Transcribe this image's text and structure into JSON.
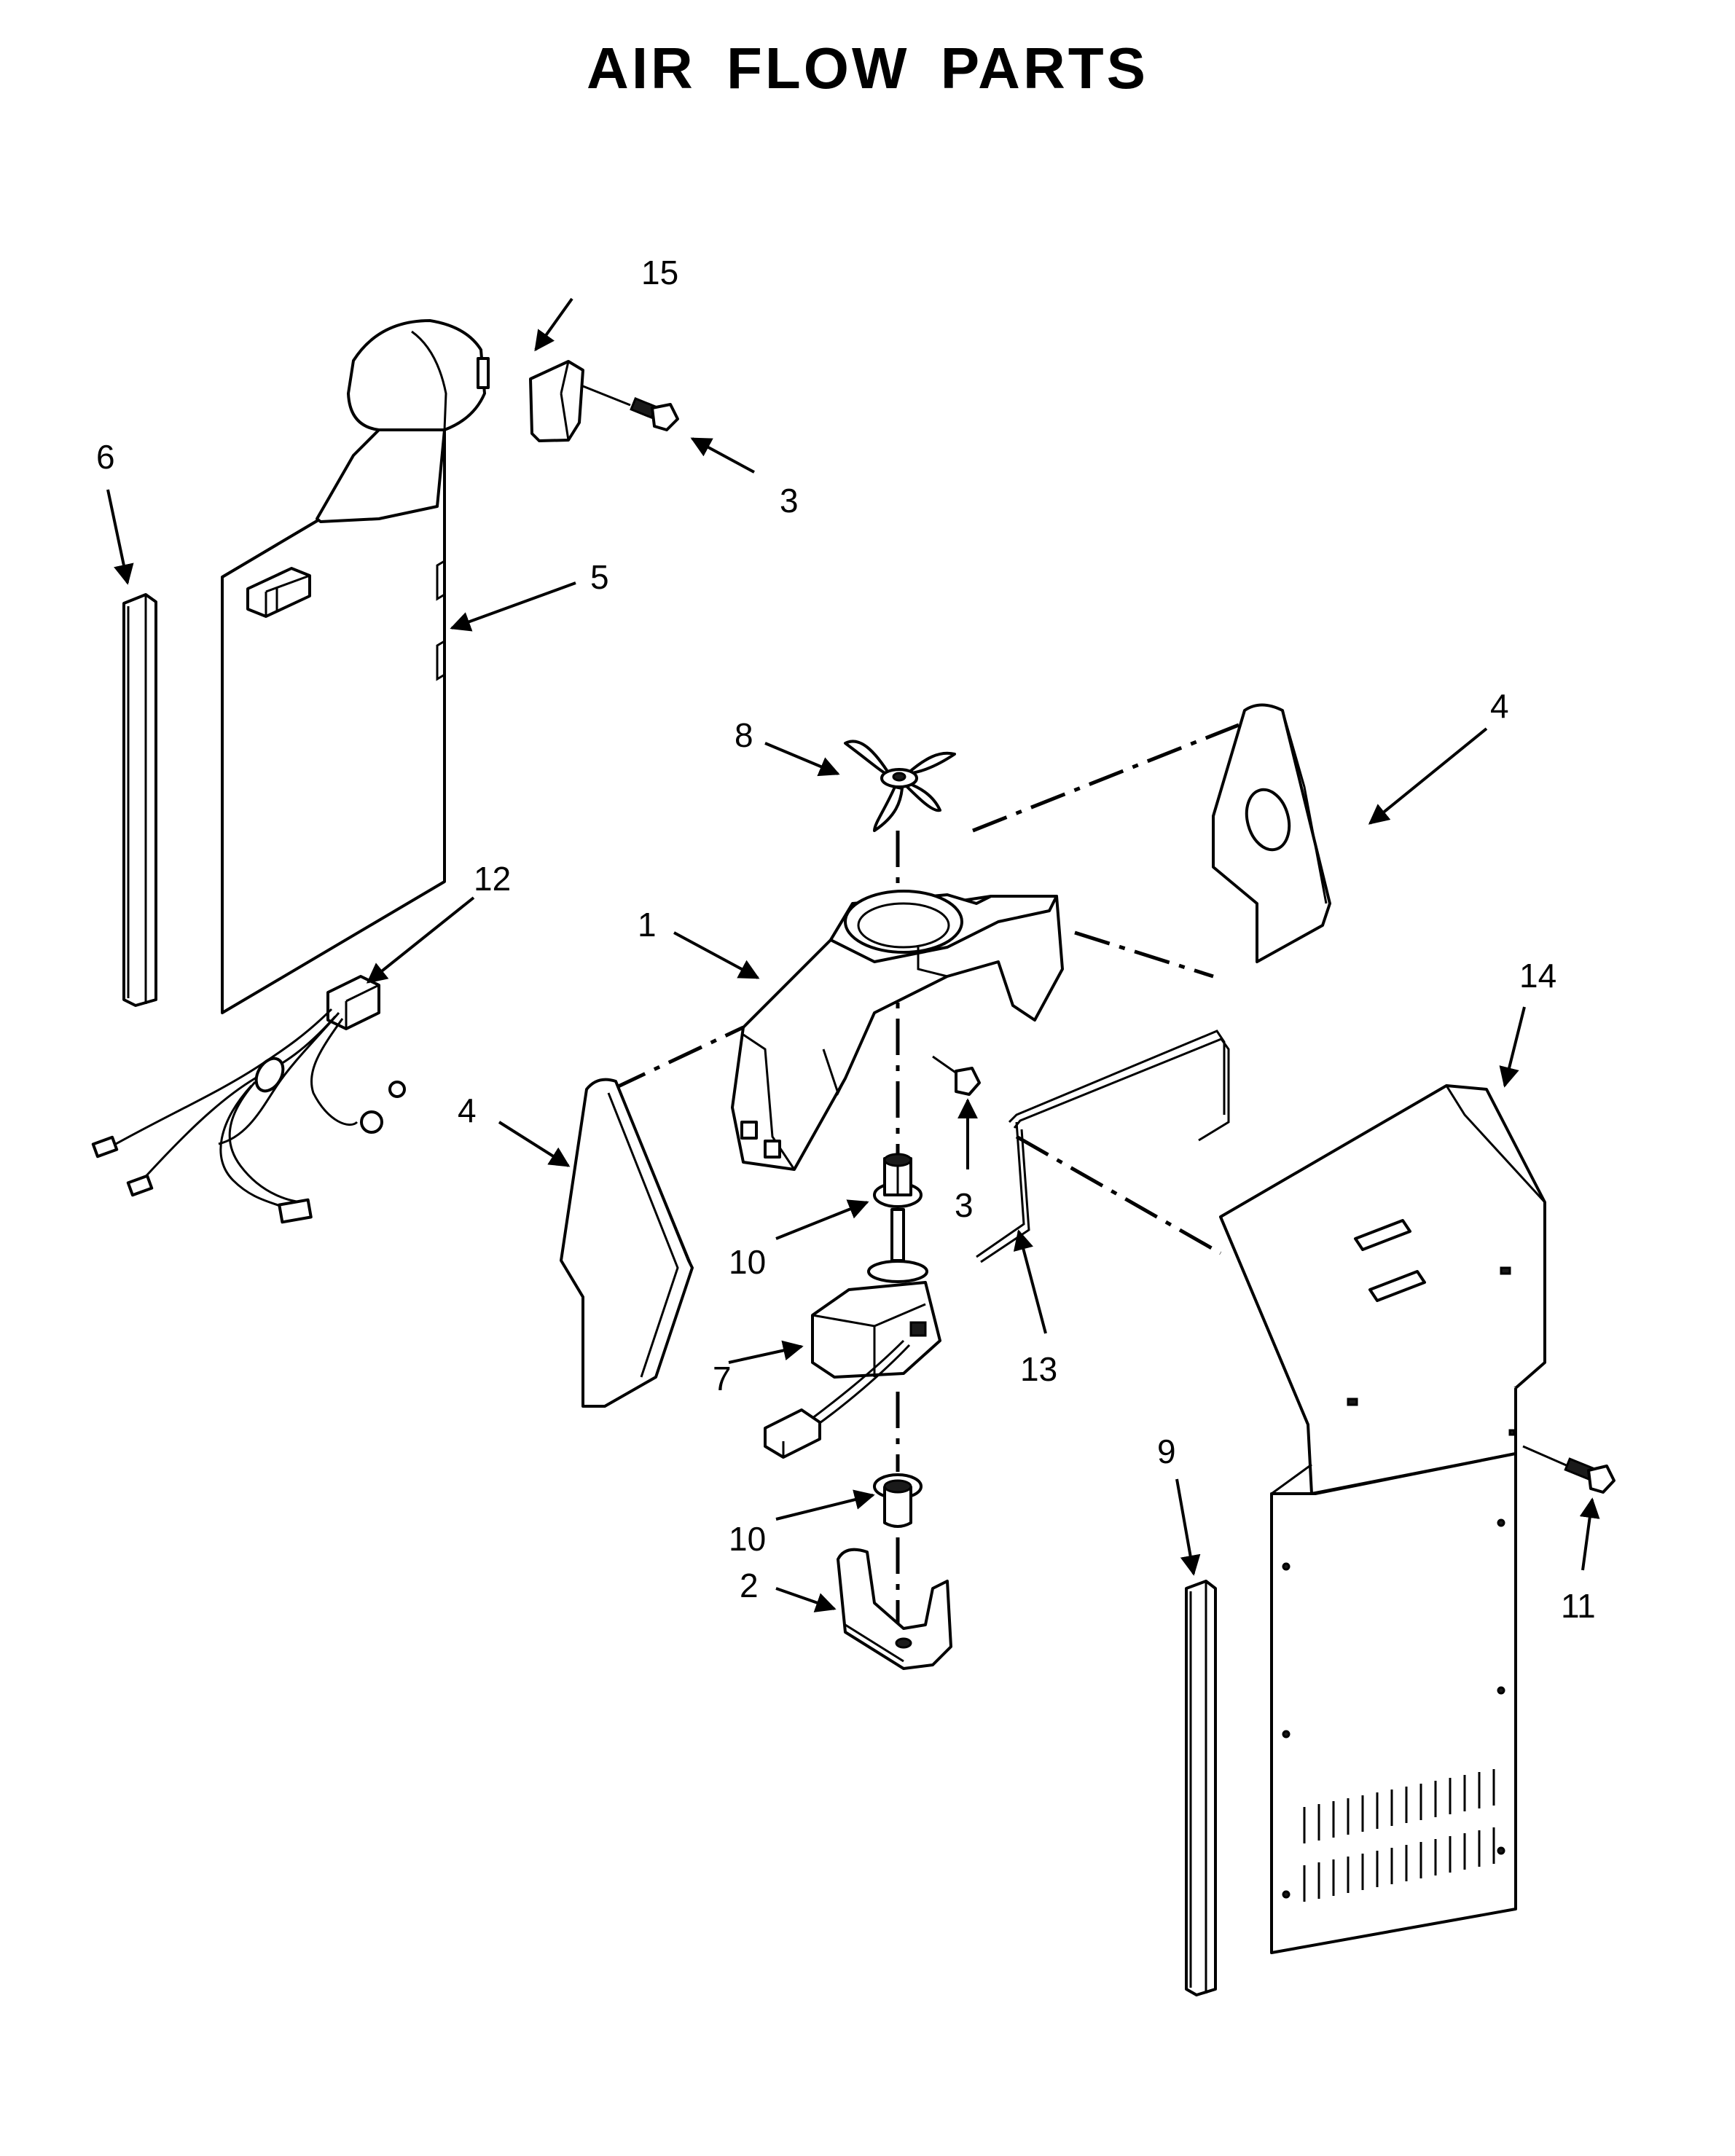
{
  "title": "AIR FLOW PARTS",
  "callouts": {
    "c1": "1",
    "c2": "2",
    "c3a": "3",
    "c3b": "3",
    "c4a": "4",
    "c4b": "4",
    "c5": "5",
    "c6": "6",
    "c7": "7",
    "c8": "8",
    "c9": "9",
    "c10a": "10",
    "c10b": "10",
    "c11": "11",
    "c12": "12",
    "c13": "13",
    "c14": "14",
    "c15": "15"
  }
}
